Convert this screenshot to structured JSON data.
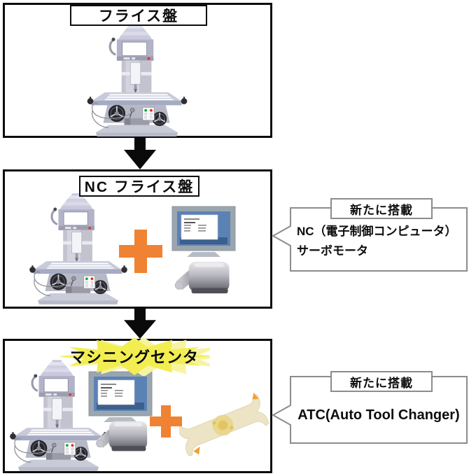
{
  "sections": [
    {
      "title": "フライス盤"
    },
    {
      "title": "NC フライス盤"
    },
    {
      "title": "マシニングセンタ"
    }
  ],
  "callouts": {
    "nc": {
      "badge": "新たに搭載",
      "line1": "NC（電子制御コンピュータ）",
      "line2": "サーボモータ"
    },
    "atc": {
      "badge": "新たに搭載",
      "line1": "ATC(Auto Tool Changer)"
    }
  },
  "palette": {
    "plus_orange": "#F08233",
    "starburst_yellow": "#F2EE52",
    "monitor_bezel_blue": "#5B82B5",
    "monitor_frame_gray": "#9BA5AE",
    "machine_gray": "#C3C3CF",
    "atc_cream": "#ECE4C5",
    "callout_border_gray": "#8C8C8C",
    "box_border_black": "#0D0D0D",
    "flow_arrow_black": "#0A0A0A"
  },
  "icons": {
    "flow_arrow": "down-arrow-icon",
    "plus": "plus-icon",
    "starburst": "starburst-emphasis",
    "machine": "milling-machine-illustration",
    "monitor": "nc-control-monitor-illustration",
    "motor": "servo-motor-illustration",
    "atc_arm": "auto-tool-changer-arm-illustration"
  }
}
